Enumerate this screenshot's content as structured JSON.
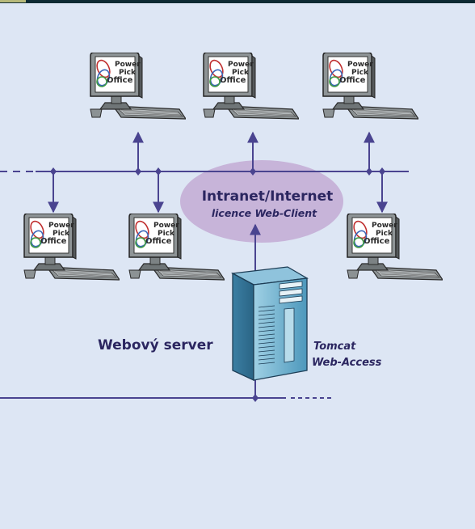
{
  "cloud": {
    "title": "Intranet/Internet",
    "subtitle": "licence Web-Client"
  },
  "server": {
    "label": "Webový server",
    "software_line1": "Tomcat",
    "software_line2": "Web-Access"
  },
  "workstation_logo": {
    "line1": "Power",
    "line2": "Pick",
    "line3": "Office"
  },
  "colors": {
    "background": "#dde6f4",
    "top_bar": "#0d2a33",
    "network_line": "#4a4490",
    "cloud_fill": "#c7b4d9",
    "text": "#2b2660"
  }
}
